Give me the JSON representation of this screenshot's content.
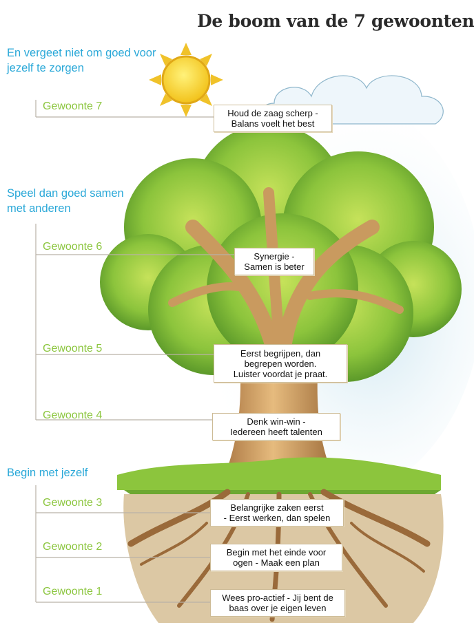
{
  "title": "De boom van de 7 gewoonten",
  "sections": {
    "top": "En vergeet niet om goed voor jezelf te zorgen",
    "middle": "Speel dan goed samen met anderen",
    "bottom": "Begin met jezelf"
  },
  "habits": [
    {
      "label": "Gewoonte 7",
      "sign": [
        "Houd de zaag scherp -",
        "Balans voelt het best"
      ]
    },
    {
      "label": "Gewoonte 6",
      "sign": [
        "Synergie -",
        "Samen is beter"
      ]
    },
    {
      "label": "Gewoonte 5",
      "sign": [
        "Eerst begrijpen, dan",
        "begrepen worden.",
        "Luister voordat je praat."
      ]
    },
    {
      "label": "Gewoonte 4",
      "sign": [
        "Denk win-win -",
        "Iedereen heeft talenten"
      ]
    },
    {
      "label": "Gewoonte 3",
      "sign": [
        "Belangrijke zaken eerst",
        "- Eerst werken, dan spelen"
      ]
    },
    {
      "label": "Gewoonte 2",
      "sign": [
        "Begin met het einde voor",
        "ogen - Maak een plan"
      ]
    },
    {
      "label": "Gewoonte 1",
      "sign": [
        "Wees pro-actief - Jij bent de",
        "baas over je eigen leven"
      ]
    }
  ],
  "colors": {
    "section_text": "#2aa8d8",
    "habit_text": "#8cc63f",
    "foliage": "#7cc23a",
    "trunk": "#d9a86a",
    "sun": "#f6d33a"
  }
}
